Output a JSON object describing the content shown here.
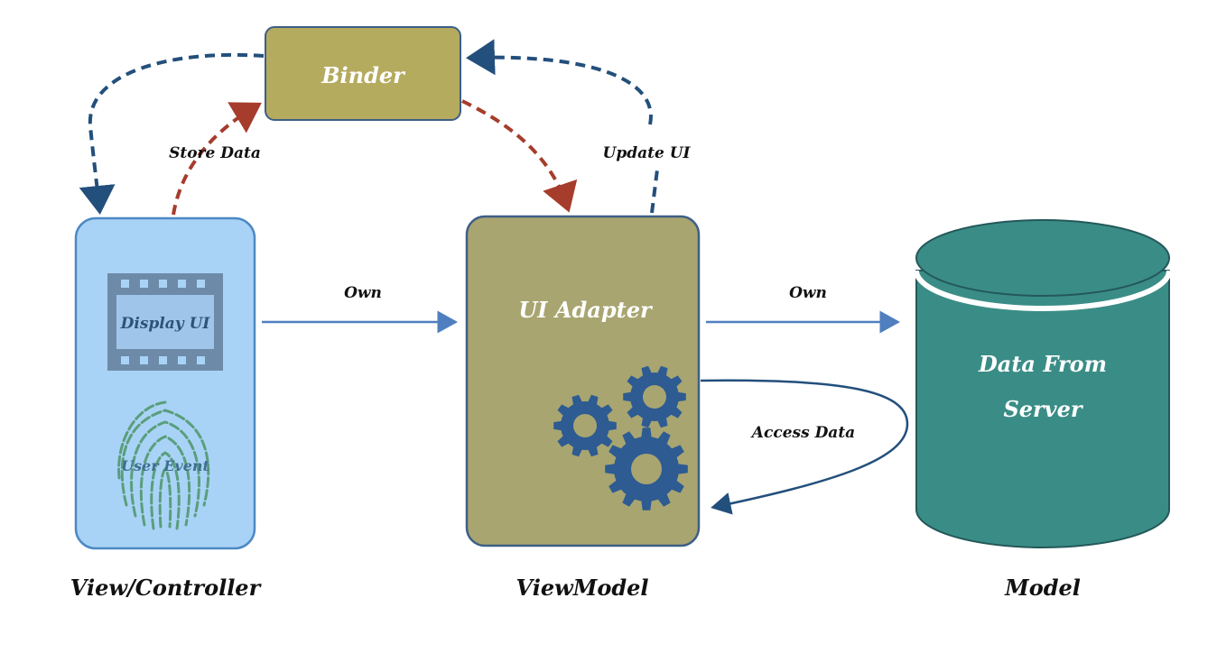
{
  "nodes": {
    "binder": {
      "label": "Binder",
      "color": "#b5ab5f"
    },
    "view": {
      "display_label": "Display UI",
      "event_label": "User Event",
      "color": "#a9d3f6"
    },
    "viewmodel": {
      "label": "UI Adapter",
      "color": "#a8a571"
    },
    "model": {
      "label_line1": "Data From",
      "label_line2": "Server",
      "color": "#3a8d86"
    }
  },
  "edges": {
    "store_data": "Store Data",
    "update_ui": "Update UI",
    "own_view_vm": "Own",
    "own_vm_model": "Own",
    "access_data": "Access Data"
  },
  "captions": {
    "view": "View/Controller",
    "viewmodel": "ViewModel",
    "model": "Model"
  },
  "colors": {
    "blue_arrow": "#234f7c",
    "red_arrow": "#a63c2b",
    "solid_arrow": "#4f7fbf",
    "gears": "#2d5b92",
    "film": "#6d8ba8",
    "fingerprint": "#5a9e7c"
  },
  "icons": [
    "film-strip-icon",
    "fingerprint-icon",
    "gears-icon"
  ]
}
